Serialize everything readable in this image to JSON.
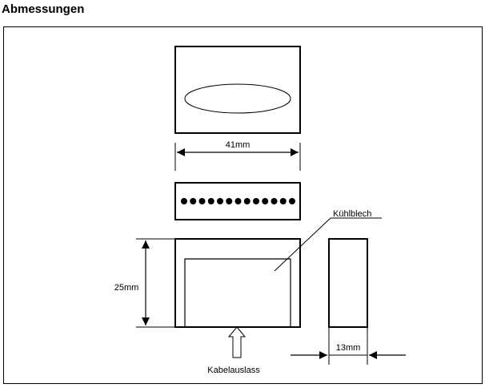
{
  "heading": "Abmessungen",
  "labels": {
    "width_dim": "41mm",
    "height_dim": "25mm",
    "depth_dim": "13mm",
    "heatsink": "Kühlblech",
    "cable_outlet": "Kabelauslass"
  },
  "led_row": {
    "count": 13
  }
}
